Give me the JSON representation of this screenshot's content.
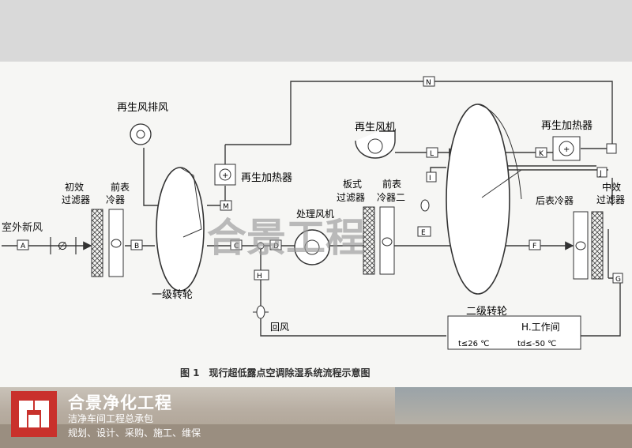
{
  "diagram": {
    "labels": {
      "regen_exhaust": "再生风排风",
      "regen_fan": "再生风机",
      "regen_heater_right": "再生加热器",
      "regen_heater_mid": "再生加热器",
      "outdoor_air": "室外新风",
      "primary_filter_1": "初效",
      "primary_filter_2": "过滤器",
      "front_cooler_1_a": "前表",
      "front_cooler_1_b": "冷器",
      "plate_filter_a": "板式",
      "plate_filter_b": "过滤器",
      "front_cooler_2_a": "前表",
      "front_cooler_2_b": "冷器二",
      "process_fan": "处理风机",
      "rear_cooler": "后表冷器",
      "medium_filter_a": "中效",
      "medium_filter_b": "过滤器",
      "wheel_1": "一级转轮",
      "wheel_2": "二级转轮",
      "return_air": "回风",
      "workspace": "H.工作间",
      "workspace_cond_t": "t≤26 ℃",
      "workspace_cond_d": "td≤-50 ℃",
      "damper_symbol": "∅",
      "plus": "+",
      "minus": "−"
    },
    "points": {
      "A": "A",
      "B": "B",
      "C": "C",
      "D": "D",
      "E": "E",
      "F": "F",
      "G": "G",
      "H": "H",
      "I": "I",
      "J": "J",
      "K": "K",
      "L": "L",
      "M": "M",
      "N": "N"
    },
    "caption": "图 1　现行超低露点空调除湿系统流程示意图",
    "watermark": "合景工程"
  },
  "banner": {
    "brand": "合景净化工程",
    "tagline1": "洁净车间工程总承包",
    "tagline2": "规划、设计、采购、施工、维保"
  },
  "colors": {
    "line": "#3a3a3a",
    "brand_red": "#c9312c",
    "watermark": "#9a9a9a"
  }
}
